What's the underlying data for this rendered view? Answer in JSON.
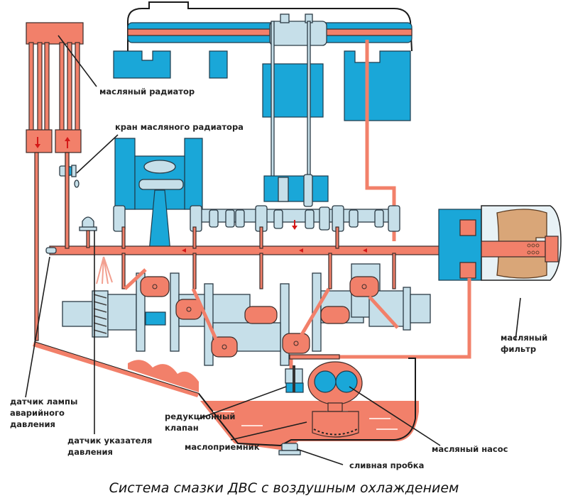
{
  "caption": "Система смазки ДВС с воздушным охлаждением",
  "colors": {
    "oil": "#f2806a",
    "blue": "#1aa7d8",
    "steel": "#c6dfe9",
    "filter_element": "#d9a678",
    "arrow": "#d41818"
  },
  "labels": {
    "oil_radiator": "масляный радиатор",
    "radiator_valve": "кран масляного радиатора",
    "oil_filter_line1": "масляный",
    "oil_filter_line2": "фильтр",
    "low_pressure_sensor_line1": "датчик лампы",
    "low_pressure_sensor_line2": "аварийного",
    "low_pressure_sensor_line3": "давления",
    "pressure_gauge_sensor_line1": "датчик указателя",
    "pressure_gauge_sensor_line2": "давления",
    "relief_valve_line1": "редукционный",
    "relief_valve_line2": "клапан",
    "oil_intake": "маслоприемник",
    "oil_pump": "масляный насос",
    "drain_plug": "сливная пробка"
  }
}
